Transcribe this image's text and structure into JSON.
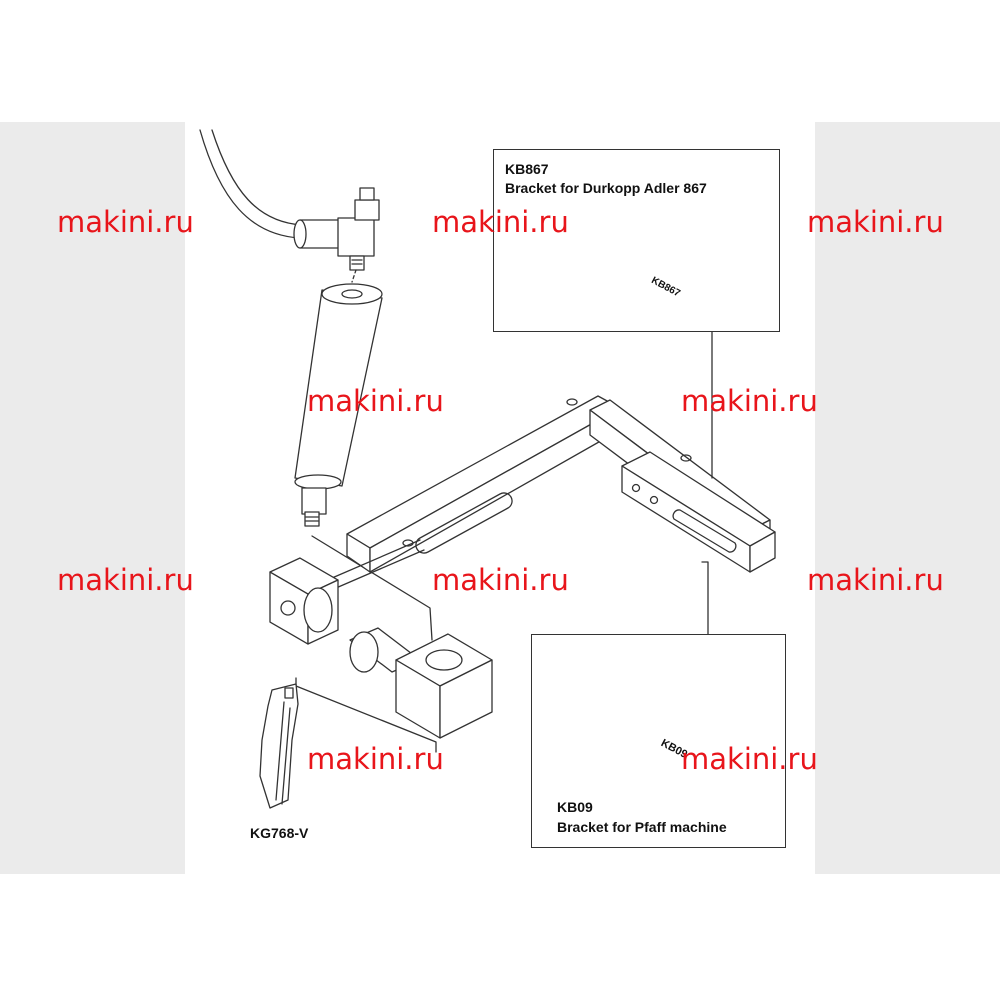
{
  "watermark": {
    "text": "makini.ru"
  },
  "callouts": {
    "kb867": {
      "code": "KB867",
      "description": "Bracket for Durkopp Adler 867",
      "stamp": "KB867"
    },
    "kb09": {
      "code": "KB09",
      "description": "Bracket for Pfaff machine",
      "stamp": "KB09"
    }
  },
  "parts": {
    "blade_label": "KG768-V"
  },
  "colors": {
    "watermark": "#e8151b",
    "line": "#333333",
    "band": "#ebebeb"
  }
}
